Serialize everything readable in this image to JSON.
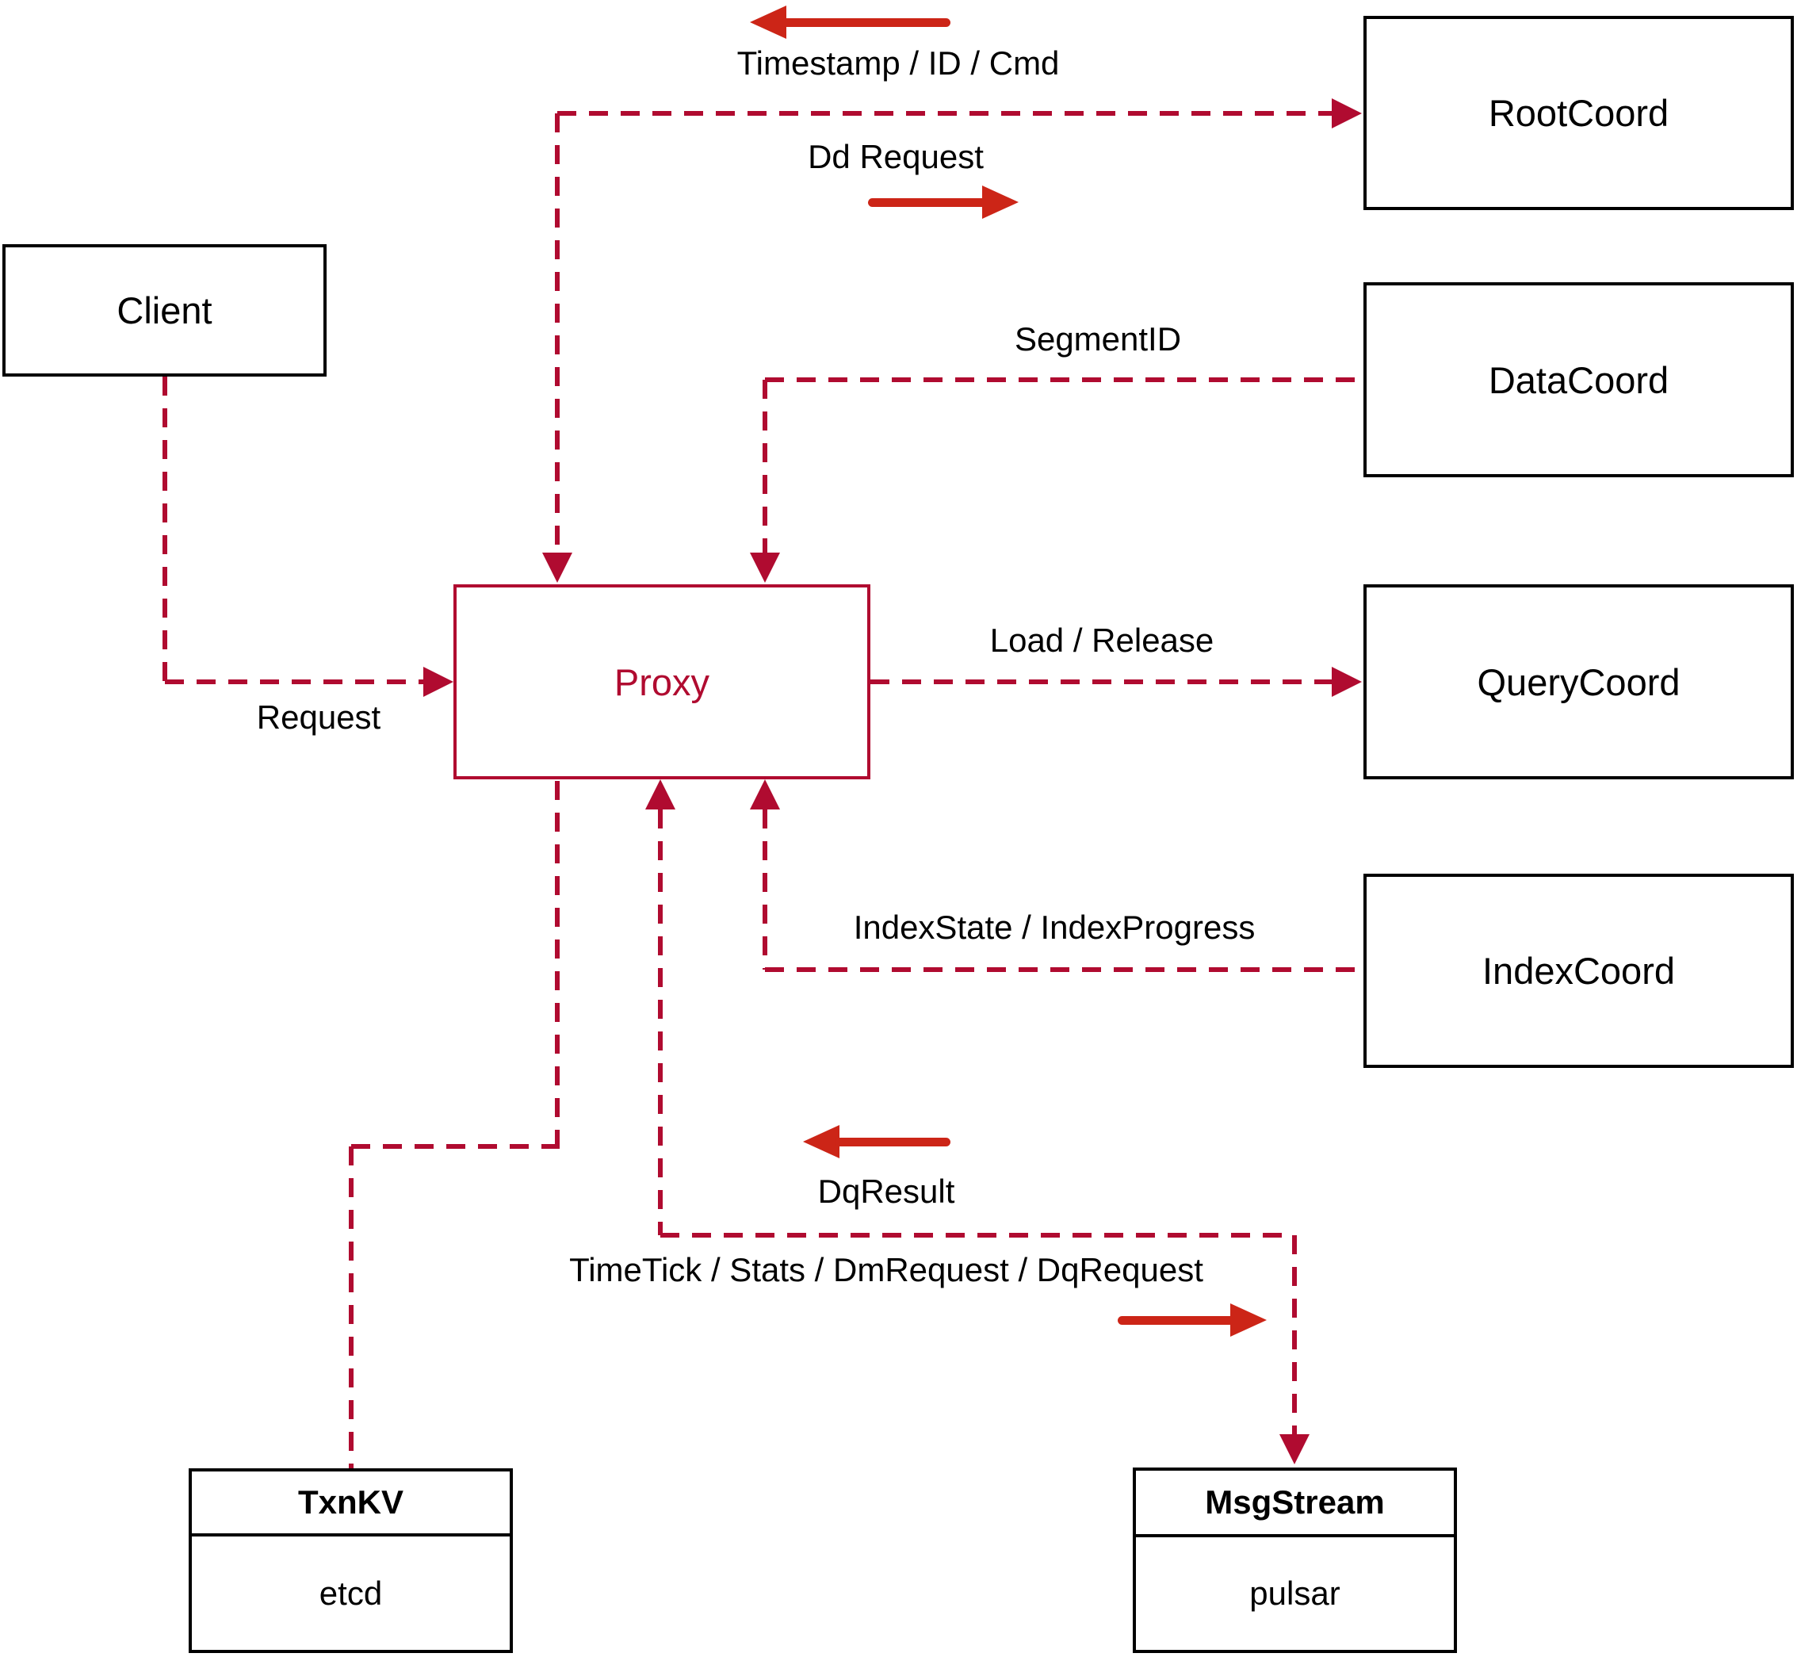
{
  "nodes": {
    "client": {
      "label": "Client"
    },
    "proxy": {
      "label": "Proxy"
    },
    "root_coord": {
      "label": "RootCoord"
    },
    "data_coord": {
      "label": "DataCoord"
    },
    "query_coord": {
      "label": "QueryCoord"
    },
    "index_coord": {
      "label": "IndexCoord"
    },
    "txn_kv": {
      "title": "TxnKV",
      "impl": "etcd"
    },
    "msg_stream": {
      "title": "MsgStream",
      "impl": "pulsar"
    }
  },
  "edges": {
    "client_to_proxy": {
      "label": "Request"
    },
    "proxy_rootcoord": {
      "label_return": "Timestamp / ID / Cmd",
      "label_send": "Dd Request"
    },
    "datacoord_to_proxy": {
      "label": "SegmentID"
    },
    "proxy_to_querycoord": {
      "label": "Load / Release"
    },
    "indexcoord_to_proxy": {
      "label": "IndexState / IndexProgress"
    },
    "proxy_msgstream": {
      "label_return": "DqResult",
      "label_send": "TimeTick / Stats / DmRequest / DqRequest"
    }
  },
  "colors": {
    "dashed_line": "#b00b30",
    "solid_arrow": "#cc2517",
    "box_border": "#000000",
    "background": "#ffffff"
  }
}
